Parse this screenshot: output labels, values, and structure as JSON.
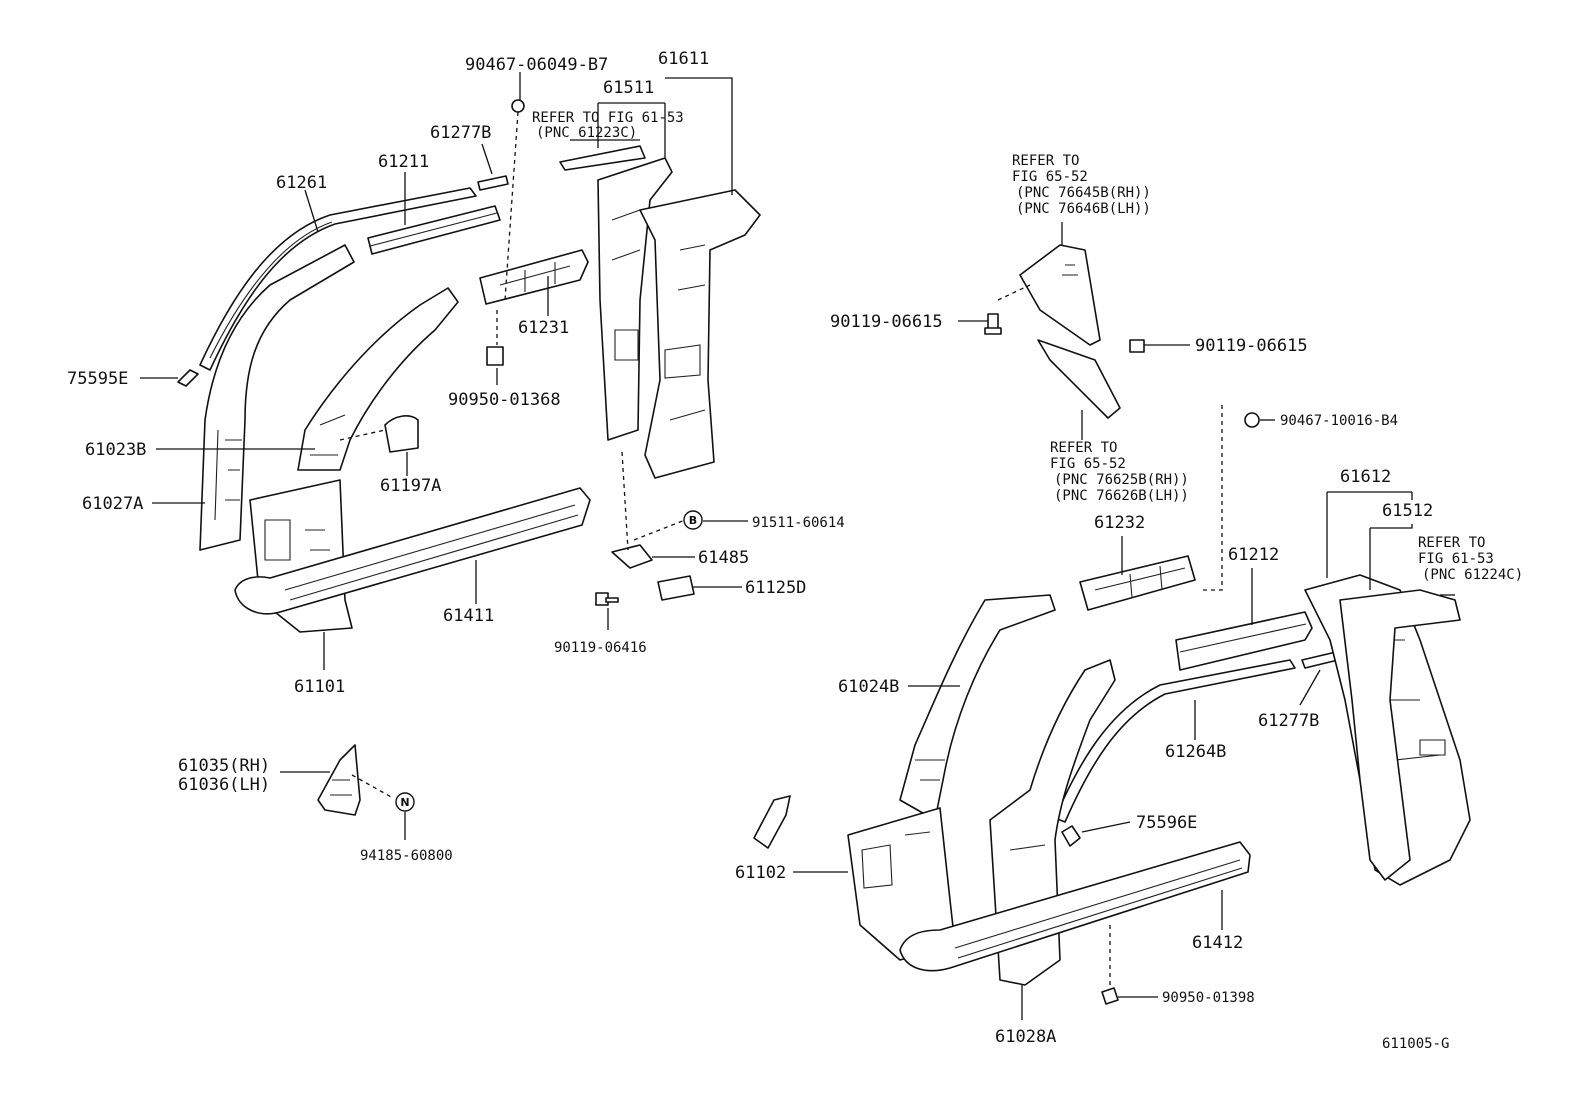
{
  "labels": {
    "l_90467_06049": "90467-06049-B7",
    "l_61611": "61611",
    "l_61511": "61511",
    "l_refer_61_53_top": "REFER TO FIG 61-53",
    "l_pnc_61223c": "(PNC 61223C)",
    "l_61277b_top": "61277B",
    "l_61211": "61211",
    "l_61261": "61261",
    "l_61231": "61231",
    "l_90950_01368": "90950-01368",
    "l_75595e": "75595E",
    "l_61023b": "61023B",
    "l_61197a": "61197A",
    "l_61027a": "61027A",
    "l_91511_60614": "91511-60614",
    "l_61485": "61485",
    "l_61125d": "61125D",
    "l_90119_06416": "90119-06416",
    "l_61411": "61411",
    "l_61101": "61101",
    "l_61035": "61035(RH)",
    "l_61036": "61036(LH)",
    "l_94185_60800": "94185-60800",
    "l_refer_65_52_a1": "REFER TO",
    "l_refer_65_52_a2": "FIG 65-52",
    "l_pnc_76645b": "(PNC 76645B(RH))",
    "l_pnc_76646b": "(PNC 76646B(LH))",
    "l_90119_06615_l": "90119-06615",
    "l_90119_06615_r": "90119-06615",
    "l_90467_10016": "90467-10016-B4",
    "l_refer_65_52_b1": "REFER TO",
    "l_refer_65_52_b2": "FIG 65-52",
    "l_pnc_76625b": "(PNC 76625B(RH))",
    "l_pnc_76626b": "(PNC 76626B(LH))",
    "l_61232": "61232",
    "l_61612": "61612",
    "l_61512": "61512",
    "l_61212": "61212",
    "l_refer_61_53_r1": "REFER TO",
    "l_refer_61_53_r2": "FIG 61-53",
    "l_pnc_61224c": "(PNC 61224C)",
    "l_61024b": "61024B",
    "l_61277b_r": "61277B",
    "l_61264b": "61264B",
    "l_75596e": "75596E",
    "l_61102": "61102",
    "l_61412": "61412",
    "l_90950_01398": "90950-01398",
    "l_61028a": "61028A",
    "l_611005g": "611005-G"
  },
  "markers": {
    "b": "B",
    "n": "N"
  }
}
